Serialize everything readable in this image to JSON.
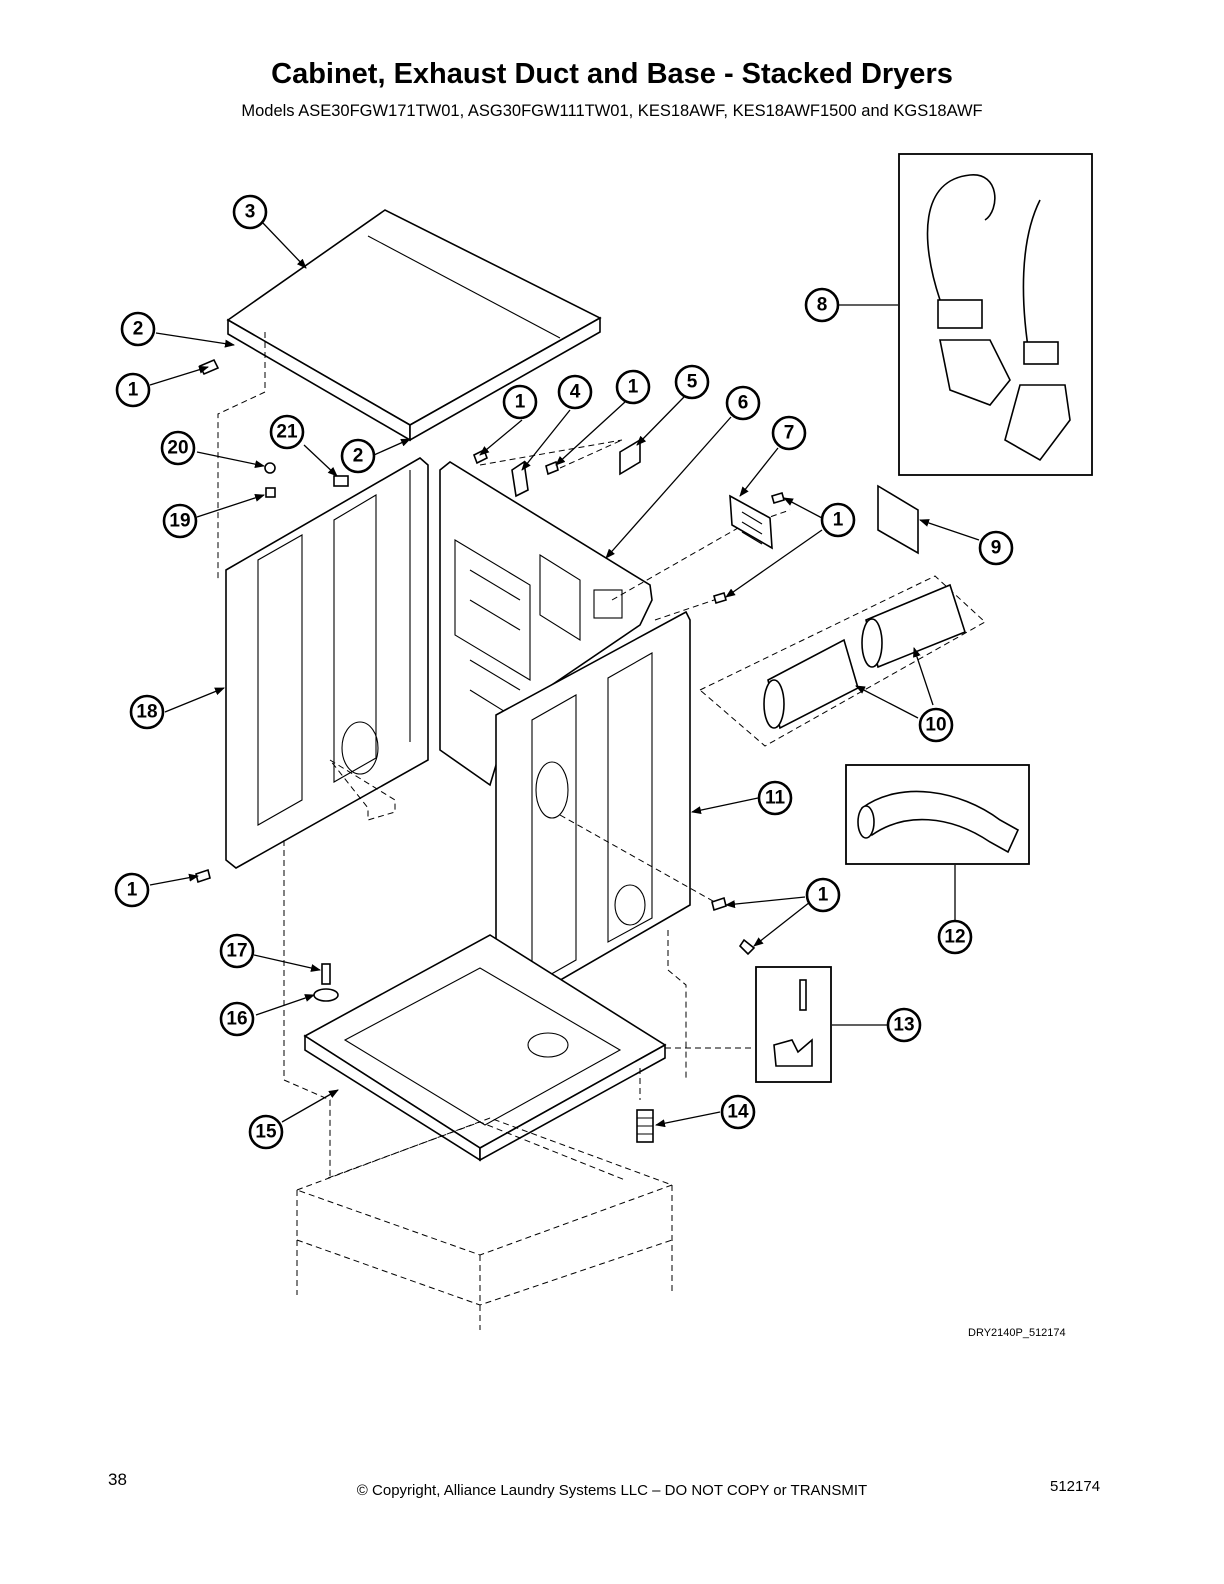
{
  "header": {
    "title": "Cabinet, Exhaust Duct and Base - Stacked Dryers",
    "subtitle": "Models ASE30FGW171TW01, ASG30FGW111TW01, KES18AWF, KES18AWF1500 and KGS18AWF"
  },
  "diagram": {
    "reference": "DRY2140P_512174",
    "callouts": [
      "1",
      "2",
      "3",
      "4",
      "5",
      "6",
      "7",
      "8",
      "9",
      "10",
      "11",
      "12",
      "13",
      "14",
      "15",
      "16",
      "17",
      "18",
      "19",
      "20",
      "21"
    ]
  },
  "footer": {
    "page_number": "38",
    "copyright": "© Copyright, Alliance Laundry Systems LLC – DO NOT COPY or TRANSMIT",
    "doc_number": "512174"
  }
}
